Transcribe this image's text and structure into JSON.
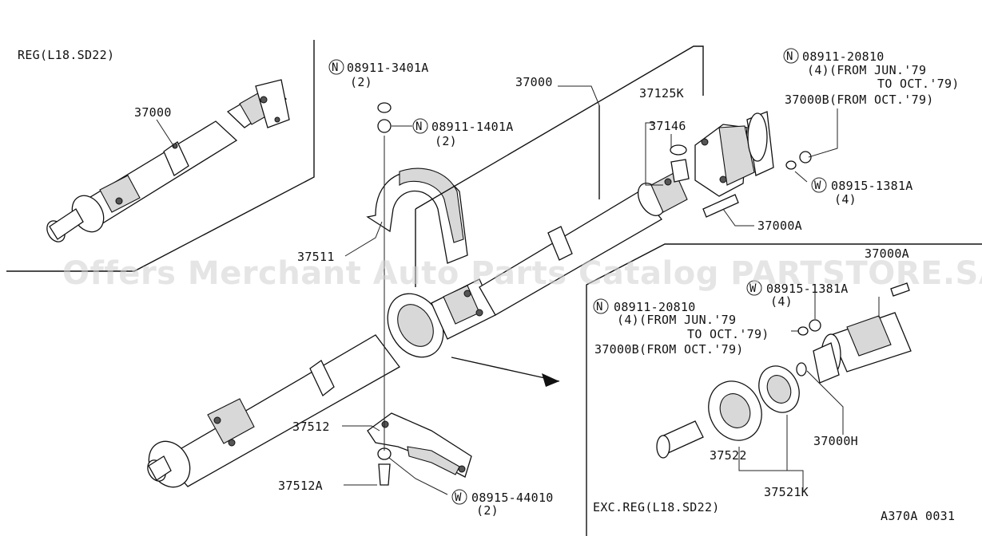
{
  "watermark": "Offers Merchant Auto Parts Catalog PARTSTORE.SA",
  "diagram_code": "A370A 0031",
  "sections": {
    "reg": "REG(L18.SD22)",
    "exc_reg": "EXC.REG(L18.SD22)"
  },
  "labels": {
    "reg_shaft": "37000",
    "main_shaft": "37000",
    "nut_3401": "08911-3401A",
    "nut_3401_qty": "(2)",
    "nut_1401": "08911-1401A",
    "nut_1401_qty": "(2)",
    "nut_20810": "08911-20810",
    "nut_20810_note": "(4)(FROM JUN.'79",
    "nut_20810_note2": "TO OCT.'79)",
    "shaft_b": "37000B(FROM OCT.'79)",
    "washer_1381": "08915-1381A",
    "washer_1381_qty": "(4)",
    "p37125k": "37125K",
    "p37146": "37146",
    "p37000a": "37000A",
    "p37511": "37511",
    "p37512": "37512",
    "p37512a": "37512A",
    "washer_44010": "08915-44010",
    "washer_44010_qty": "(2)",
    "inset_37000a": "37000A",
    "inset_washer": "08915-1381A",
    "inset_washer_qty": "(4)",
    "inset_nut": "08911-20810",
    "inset_nut_note": "(4)(FROM JUN.'79",
    "inset_nut_note2": "TO OCT.'79)",
    "inset_shaft_b": "37000B(FROM OCT.'79)",
    "p37522": "37522",
    "p37000h": "37000H",
    "p37521k": "37521K"
  },
  "icons": {
    "nut": "circled-N",
    "washer": "circled-W"
  }
}
